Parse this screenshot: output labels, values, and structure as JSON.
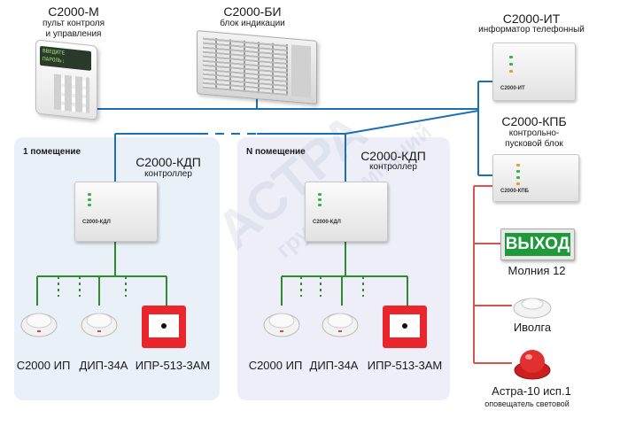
{
  "top_devices": {
    "s2000m": {
      "title": "С2000-М",
      "subtitle": "пульт контроля\nи управления",
      "screen_line1": "ВВЕДИТЕ",
      "screen_line2": "ПАРОЛЬ:"
    },
    "s2000bi": {
      "title": "С2000-БИ",
      "subtitle": "блок индикации"
    },
    "s2000it": {
      "title": "С2000-ИТ",
      "subtitle": "информатор телефонный",
      "device_name": "С2000-ИТ"
    },
    "s2000kpb": {
      "title": "С2000-КПБ",
      "subtitle": "контрольно-\nпусковой блок",
      "device_name": "С2000-КПБ"
    }
  },
  "rooms": [
    {
      "name": "1 помещение",
      "controller_title": "С2000-КДП",
      "controller_subtitle": "контроллер",
      "controller_device_name": "С2000-КДЛ",
      "detectors": [
        "С2000 ИП",
        "ДИП-34А",
        "ИПР-513-3АМ"
      ]
    },
    {
      "name": "N помещение",
      "controller_title": "С2000-КДП",
      "controller_subtitle": "контроллер",
      "controller_device_name": "С2000-КДЛ",
      "detectors": [
        "С2000 ИП",
        "ДИП-34А",
        "ИПР-513-3АМ"
      ]
    }
  ],
  "outputs": {
    "exit_sign_text": "ВЫХОД",
    "molniya": "Молния 12",
    "ivolga": "Иволга",
    "astra": "Астра-10 исп.1",
    "astra_sub": "оповещатель световой"
  },
  "watermark": {
    "line1": "АСТРА",
    "line2": "группа компаний"
  },
  "colors": {
    "bus": "#1a6fb5",
    "output_line": "#d9534f",
    "room1_bg": "#e9f0f8",
    "roomN_bg": "#eeeef8",
    "detector_line": "#2e8b2e",
    "exit_green": "#1e9a3a"
  }
}
